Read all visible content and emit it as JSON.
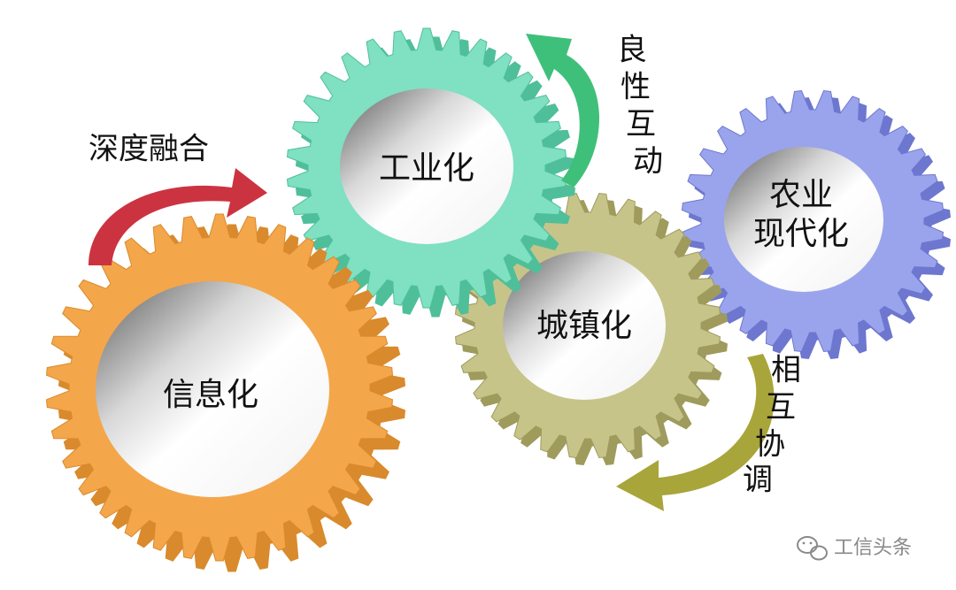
{
  "gears": {
    "xinxihua": {
      "label": "信息化",
      "color": "#f4a64b",
      "shade": "#d98a2c"
    },
    "gongyehua": {
      "label": "工业化",
      "color": "#7fe0c2",
      "shade": "#4fbf9a"
    },
    "chengzhenhua": {
      "label": "城镇化",
      "color": "#c7c48a",
      "shade": "#9f9b5c"
    },
    "nongye": {
      "label_line1": "农业",
      "label_line2": "现代化",
      "color": "#9aa4ec",
      "shade": "#6d77cf"
    }
  },
  "arrows": {
    "deep_fusion": {
      "label": "深度融合",
      "color": "#cc3340"
    },
    "benign_interaction": {
      "chars": [
        "良",
        "性",
        "互",
        "动"
      ],
      "color": "#3fc07a"
    },
    "mutual_coordination": {
      "chars": [
        "相",
        "互",
        "协",
        "调"
      ],
      "color": "#a8a53a"
    }
  },
  "watermark": {
    "text": "工信头条",
    "icon": "wechat-icon"
  }
}
